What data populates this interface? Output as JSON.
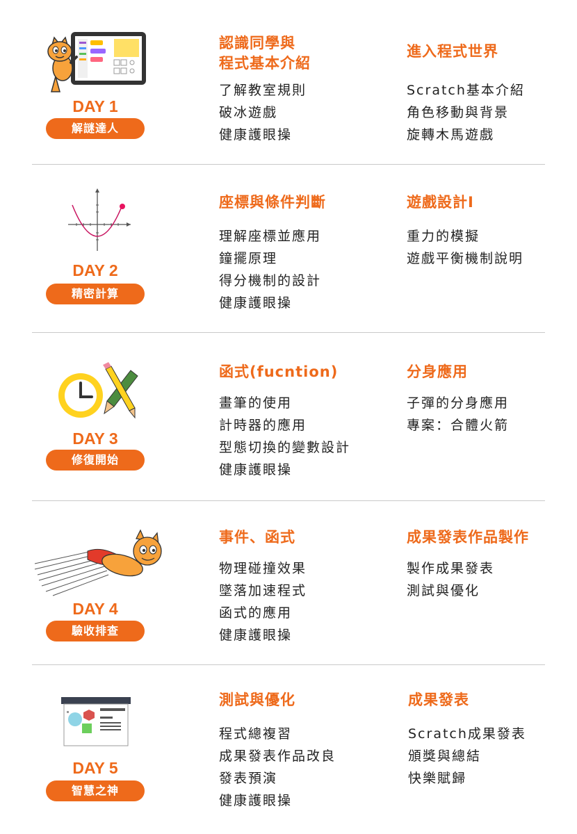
{
  "colors": {
    "accent": "#ee6a1b",
    "divider": "#c9c9c9"
  },
  "days": [
    {
      "day": "DAY 1",
      "theme": "解謎達人",
      "icon": "scratch-cat-tablet-icon",
      "left": {
        "title_lines": [
          "認識同學與",
          "程式基本介紹"
        ],
        "items": [
          "了解教室規則",
          "破冰遊戲",
          "健康護眼操"
        ]
      },
      "right": {
        "title_lines": [
          "進入程式世界"
        ],
        "items": [
          "Scratch基本介紹",
          "角色移動與背景",
          "旋轉木馬遊戲"
        ]
      }
    },
    {
      "day": "DAY 2",
      "theme": "精密計算",
      "icon": "parabola-graph-icon",
      "left": {
        "title_lines": [
          "座標與條件判斷"
        ],
        "items": [
          "理解座標並應用",
          "鐘擺原理",
          "得分機制的設計",
          "健康護眼操"
        ]
      },
      "right": {
        "title_lines": [
          "遊戲設計I"
        ],
        "items": [
          "重力的模擬",
          "遊戲平衡機制說明"
        ]
      }
    },
    {
      "day": "DAY 3",
      "theme": "修復開始",
      "icon": "clock-pencil-icon",
      "left": {
        "title_lines": [
          "函式(fucntion)"
        ],
        "items": [
          "畫筆的使用",
          "計時器的應用",
          "型態切換的變數設計",
          "健康護眼操"
        ]
      },
      "right": {
        "title_lines": [
          "分身應用"
        ],
        "items": [
          "子彈的分身應用",
          "專案：合體火箭"
        ]
      }
    },
    {
      "day": "DAY 4",
      "theme": "驗收排查",
      "icon": "flying-cat-icon",
      "left": {
        "title_lines": [
          "事件、函式"
        ],
        "items": [
          "物理碰撞效果",
          "墜落加速程式",
          "函式的應用",
          "健康護眼操"
        ]
      },
      "right": {
        "title_lines": [
          "成果發表作品製作"
        ],
        "items": [
          "製作成果發表",
          "測試與優化"
        ]
      }
    },
    {
      "day": "DAY 5",
      "theme": "智慧之神",
      "icon": "presentation-board-icon",
      "left": {
        "title_lines": [
          "測試與優化"
        ],
        "items": [
          "程式總複習",
          "成果發表作品改良",
          "發表預演",
          "健康護眼操"
        ]
      },
      "right": {
        "title_lines": [
          "成果發表"
        ],
        "items": [
          "Scratch成果發表",
          "頒獎與總結",
          "快樂賦歸"
        ]
      }
    }
  ]
}
